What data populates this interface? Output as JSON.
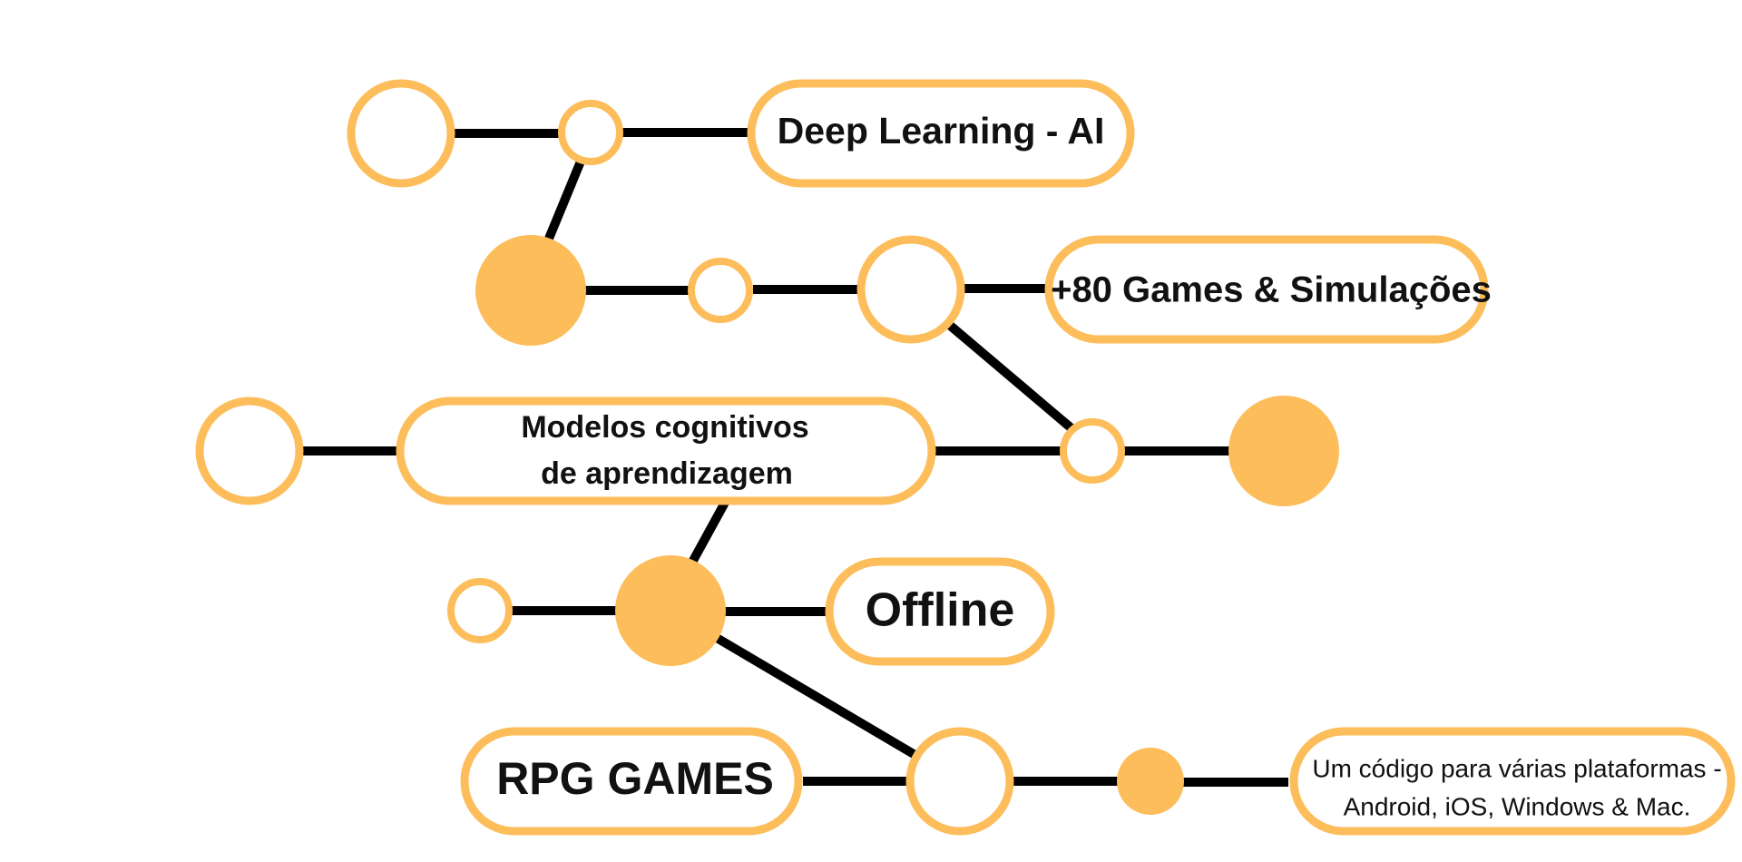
{
  "colors": {
    "accent": "#fcbd5a",
    "line": "#000000",
    "text": "#111111",
    "background": "#ffffff"
  },
  "labels": {
    "deep_learning": "Deep Learning - AI",
    "games": "+80 Games & Simulações",
    "cognitive_line1": "Modelos cognitivos",
    "cognitive_line2": "de aprendizagem",
    "offline": "Offline",
    "rpg": "RPG GAMES",
    "platforms_line1": "Um código para várias plataformas -",
    "platforms_line2": "Android, iOS, Windows & Mac."
  }
}
